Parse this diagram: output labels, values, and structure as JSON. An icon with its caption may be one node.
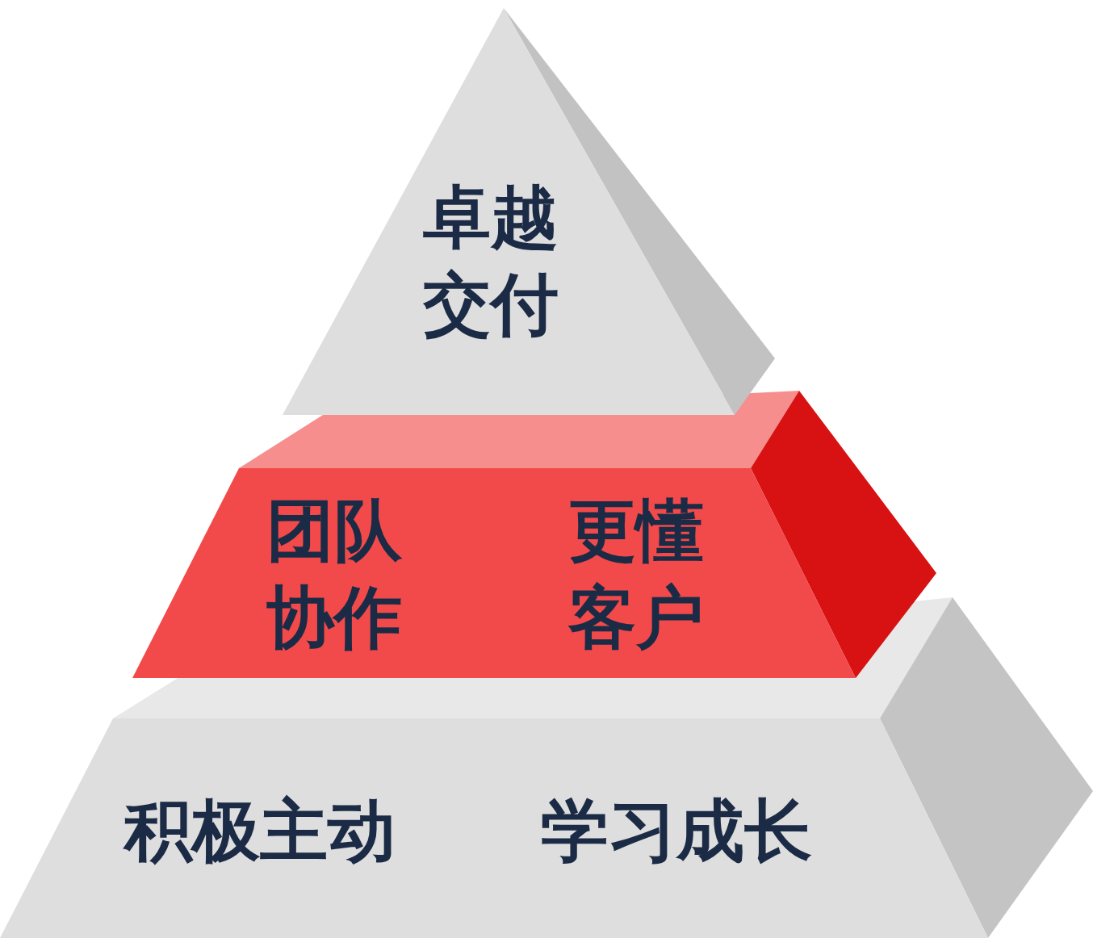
{
  "diagram": {
    "nodes": [
      {
        "text": [
          "卓越交付"
        ]
      },
      {
        "text": [
          "团队协作",
          "更懂客户"
        ]
      },
      {
        "text": [
          "积极主动",
          "学习成长"
        ]
      }
    ]
  }
}
